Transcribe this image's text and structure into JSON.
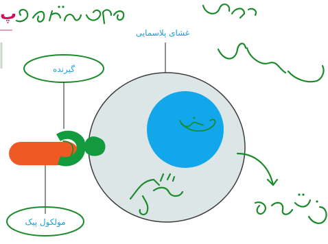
{
  "labels": {
    "membrane": "غشای پلاسمایی",
    "receptor": "گیرنده",
    "signal_molecule": "مولکول پیک"
  },
  "colors": {
    "cell_fill": "#dde6e7",
    "cell_stroke": "#3a3a3a",
    "nucleus": "#12a6ea",
    "receptor": "#139a3e",
    "signal_molecule": "#ef5a24",
    "label_text": "#1aa0dc",
    "handwriting": "#1b8a2a",
    "title_fragment": "#d10f5c"
  },
  "title_fragment": "پ"
}
